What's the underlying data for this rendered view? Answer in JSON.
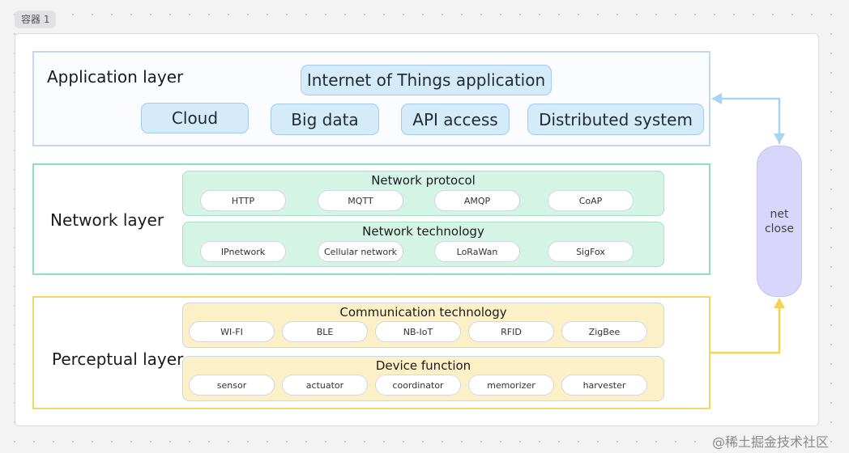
{
  "container_tag": "容器 1",
  "application_layer": {
    "title": "Application layer",
    "iot_app": "Internet of Things application",
    "items": [
      "Cloud",
      "Big data",
      "API access",
      "Distributed system"
    ]
  },
  "network_layer": {
    "title": "Network layer",
    "protocol": {
      "title": "Network protocol",
      "items": [
        "HTTP",
        "MQTT",
        "AMQP",
        "CoAP"
      ]
    },
    "technology": {
      "title": "Network technology",
      "items": [
        "IPnetwork",
        "Cellular network",
        "LoRaWan",
        "SigFox"
      ]
    }
  },
  "perceptual_layer": {
    "title": "Perceptual layer",
    "communication": {
      "title": "Communication technology",
      "items": [
        "WI-FI",
        "BLE",
        "NB-IoT",
        "RFID",
        "ZigBee"
      ]
    },
    "device": {
      "title": "Device function",
      "items": [
        "sensor",
        "actuator",
        "coordinator",
        "memorizer",
        "harvester"
      ]
    }
  },
  "net_close": {
    "line1": "net",
    "line2": "close"
  },
  "watermark": "@稀土掘金技术社区",
  "colors": {
    "application_border": "#c2d8f5",
    "network_border": "#8fe0c0",
    "perceptual_border": "#f6d563",
    "connector_blue": "#a6d4f2",
    "connector_yellow": "#f6d24e",
    "net_close_fill": "#d8d6fb"
  }
}
